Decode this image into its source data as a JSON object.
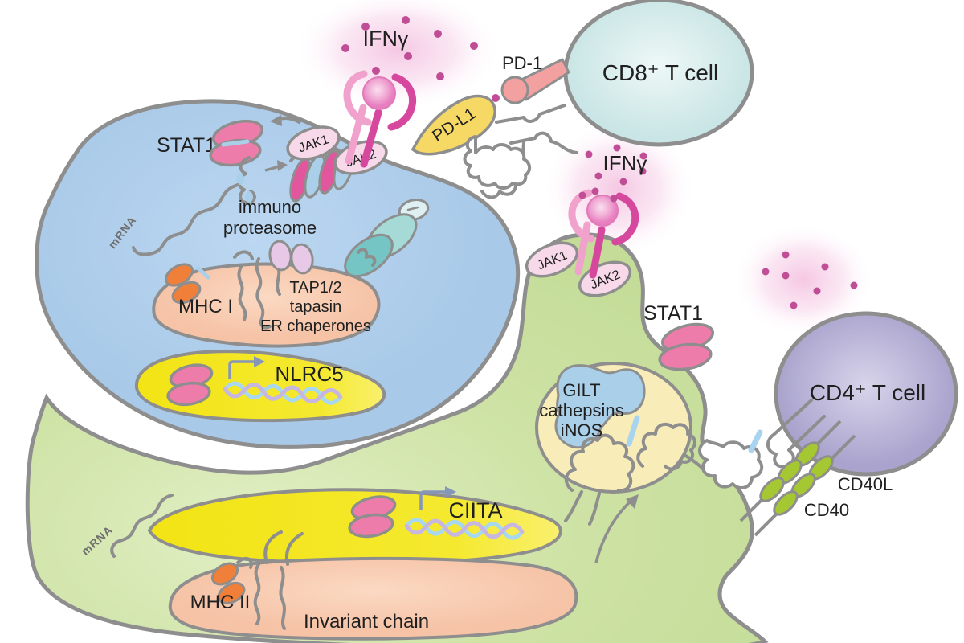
{
  "palette": {
    "background": "#ffffff",
    "membrane_gray": "#8e8e8e",
    "blue_cell_fill": "#aecdea",
    "green_cell_fill": "#cde2a4",
    "cd8_cell_fill": "#cfe8e8",
    "cd4_cell_fill": "#b3aed6",
    "nucleus_yellow": "#f4e71f",
    "endosome_yellow": "#f8edb9",
    "er_peach": "#f8c9ad",
    "stat1_pink": "#ee7cab",
    "receptor_dark_pink": "#d6489e",
    "receptor_light_pink": "#f0a2cd",
    "jak_oval_pink": "#f8d9e9",
    "mhc_orange": "#ef7f39",
    "cd40_green": "#a5c832",
    "pdl1_yellow": "#f6d865",
    "pd1_salmon": "#f2a0a0",
    "ifng_dot": "#c04e96",
    "glow_pink": "#f2b4da",
    "dna_strand_blue": "#a8d8f0",
    "dna_strand_purple": "#c6b6e0",
    "organelle_teal": "#76c5c5",
    "text": "#1f1f1f"
  },
  "cytokines": {
    "ifng_top": "IFNγ",
    "ifng_right": "IFNγ"
  },
  "blue_cell": {
    "stat1": "STAT1",
    "jak1": "JAK1",
    "jak2": "JAK2",
    "proteasome_line1": "immuno",
    "proteasome_line2": "proteasome",
    "mrna": "mRNA",
    "mhc_i": "MHC I",
    "er_line1": "TAP1/2",
    "er_line2": "tapasin",
    "er_line3": "ER chaperones",
    "nucleus_gene": "NLRC5",
    "pdl1": "PD-L1"
  },
  "green_cell": {
    "jak1": "JAK1",
    "jak2": "JAK2",
    "stat1": "STAT1",
    "endosome_line1": "GILT",
    "endosome_line2": "cathepsins",
    "endosome_line3": "iNOS",
    "nucleus_gene": "CIITA",
    "mhc_ii": "MHC II",
    "invariant_chain": "Invariant chain",
    "mrna": "mRNA",
    "cd40": "CD40"
  },
  "t_cells": {
    "cd8": "CD8⁺ T cell",
    "cd4": "CD4⁺ T cell",
    "pd1": "PD-1",
    "cd40l": "CD40L"
  }
}
